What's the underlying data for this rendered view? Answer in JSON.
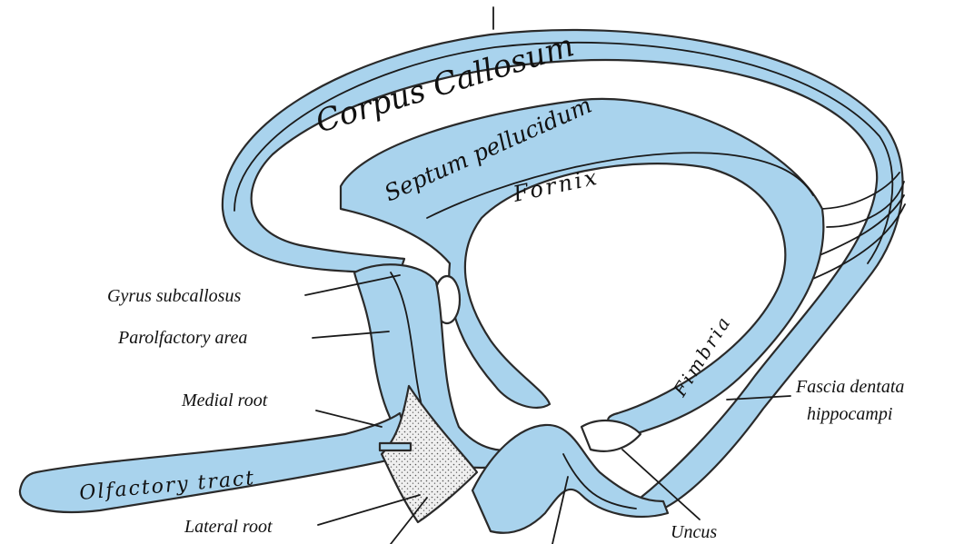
{
  "colors": {
    "structure_fill": "#a9d3ed",
    "outline": "#2a2a2a",
    "background": "#ffffff",
    "stipple": "#e4e4e4"
  },
  "labels": {
    "corpus_callosum": "Corpus Callosum",
    "septum_pellucidum": "Septum pellucidum",
    "fornix": "Fornix",
    "fimbria": "Fimbria",
    "olfactory_tract": "Olfactory tract",
    "gyrus_subcallosus": "Gyrus subcallosus",
    "parolfactory_area": "Parolfactory area",
    "medial_root": "Medial root",
    "lateral_root": "Lateral root",
    "fascia_dentata_line1": "Fascia dentata",
    "fascia_dentata_line2": "hippocampi",
    "uncus": "Uncus"
  }
}
